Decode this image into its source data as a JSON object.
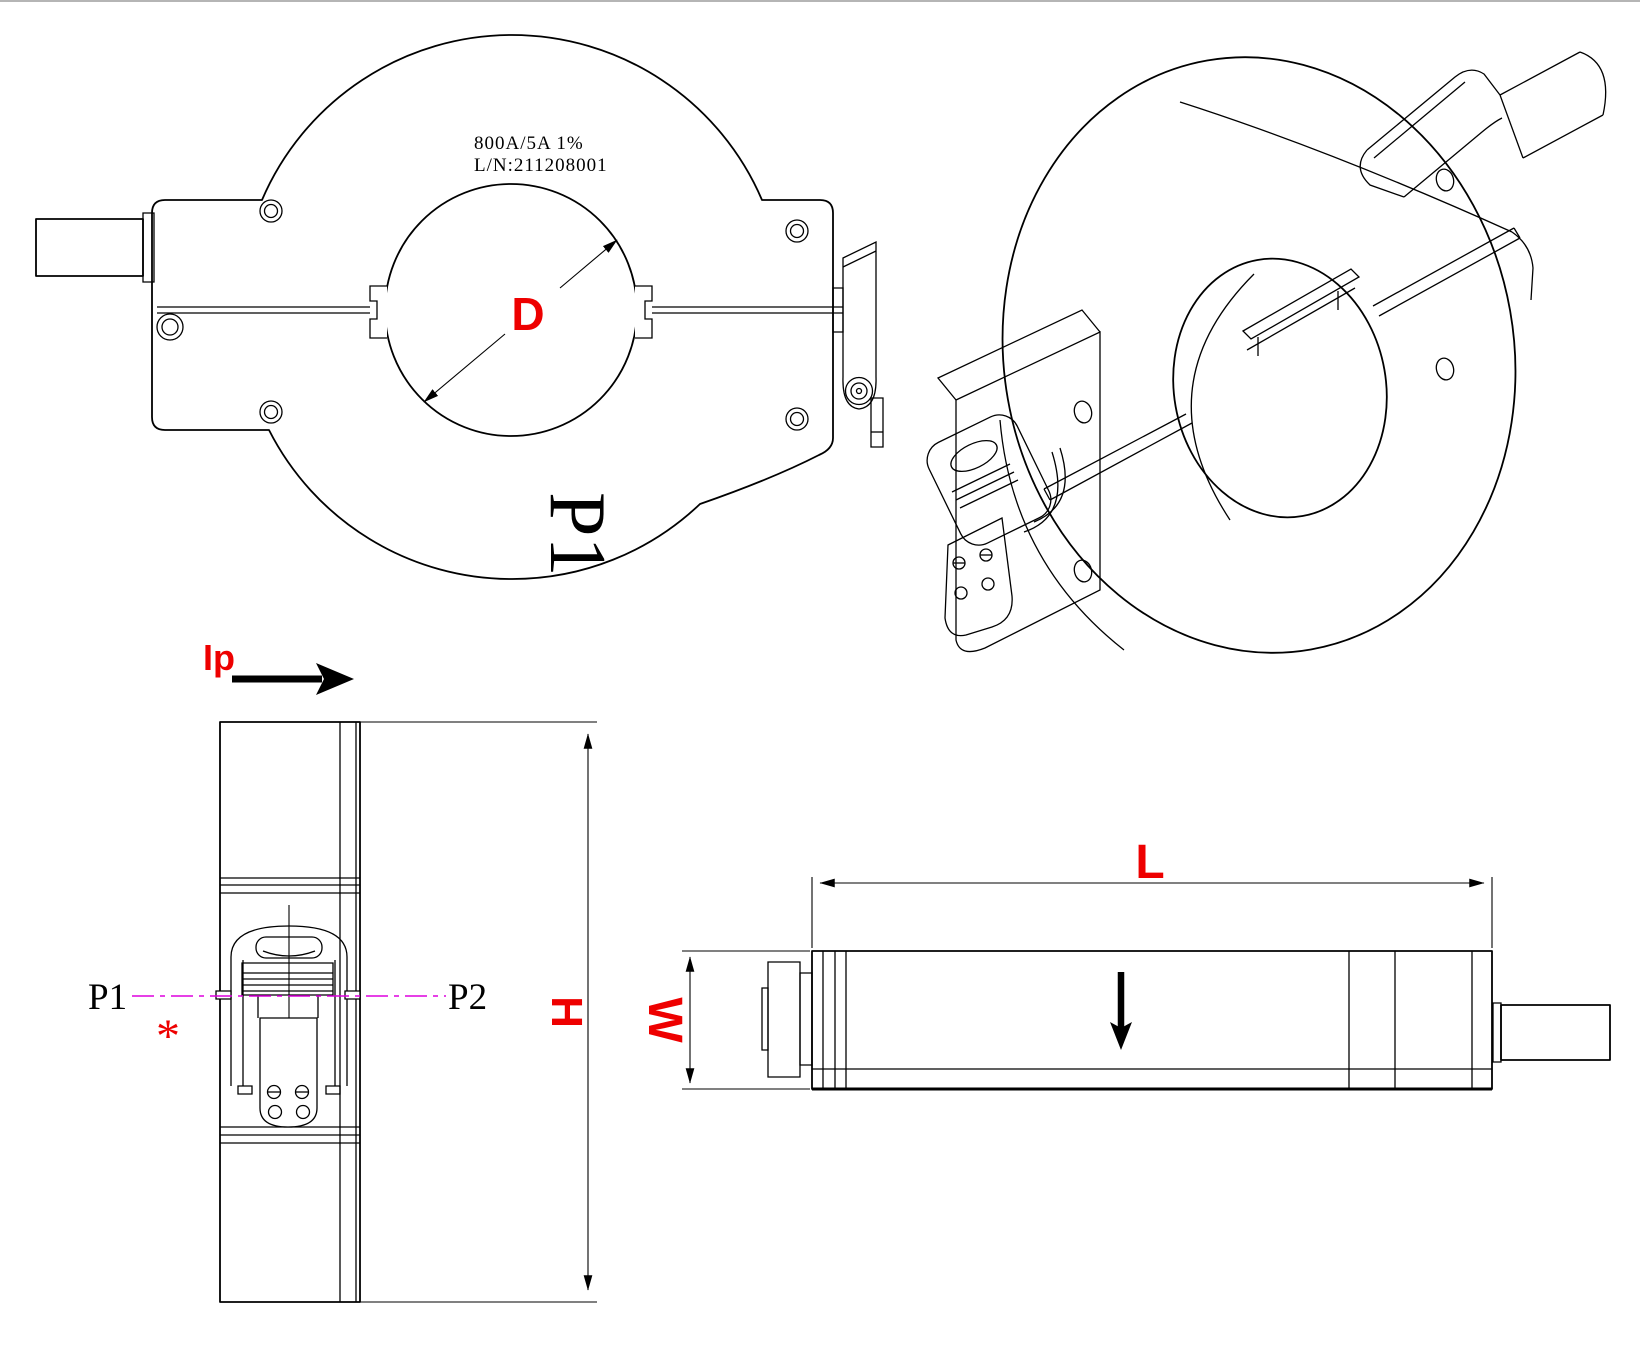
{
  "drawing": {
    "kind": "split-core current transformer outline drawing",
    "views": [
      "front view",
      "isometric view",
      "side view",
      "top view"
    ]
  },
  "front_view": {
    "rating": "800A/5A  1%",
    "serial": "L/N:211208001",
    "dim_diameter": "D",
    "terminal_label": "P1"
  },
  "side_view": {
    "current_label": "Ip",
    "terminal_p1": "P1",
    "terminal_p2": "P2",
    "polarity_mark": "*",
    "dim_height": "H"
  },
  "top_view": {
    "dim_length": "L",
    "dim_width": "W"
  },
  "colors": {
    "line": "#000000",
    "dimension_label": "#ee0000",
    "centerline": "#dd00dd"
  }
}
